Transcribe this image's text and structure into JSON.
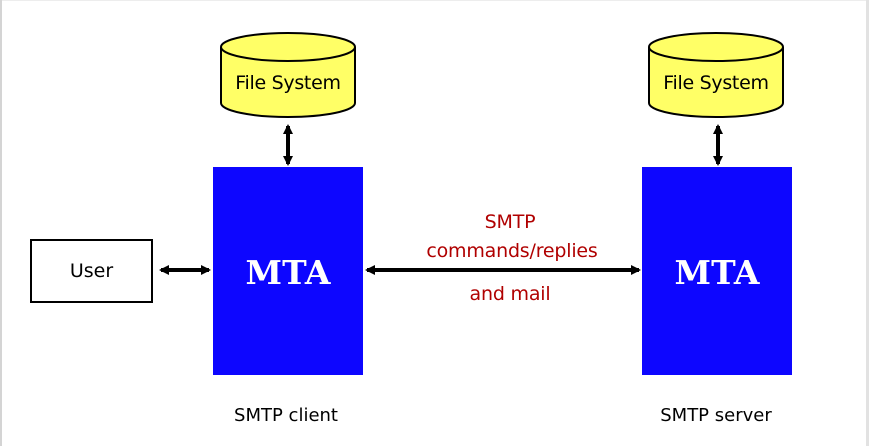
{
  "diagram": {
    "left_node": {
      "file_system_label": "File System",
      "mta_label": "MTA",
      "caption": "SMTP client"
    },
    "right_node": {
      "file_system_label": "File System",
      "mta_label": "MTA",
      "caption": "SMTP server"
    },
    "user_label": "User",
    "connection": {
      "line1": "SMTP",
      "line2": "commands/replies",
      "line3": "and mail"
    }
  },
  "colors": {
    "mta_fill": "#0d06ff",
    "cylinder_fill": "#ffff66",
    "arrow": "#000000",
    "annotation_text": "#b00000"
  },
  "icons": [
    "database-cylinder-icon",
    "double-arrow-icon"
  ]
}
